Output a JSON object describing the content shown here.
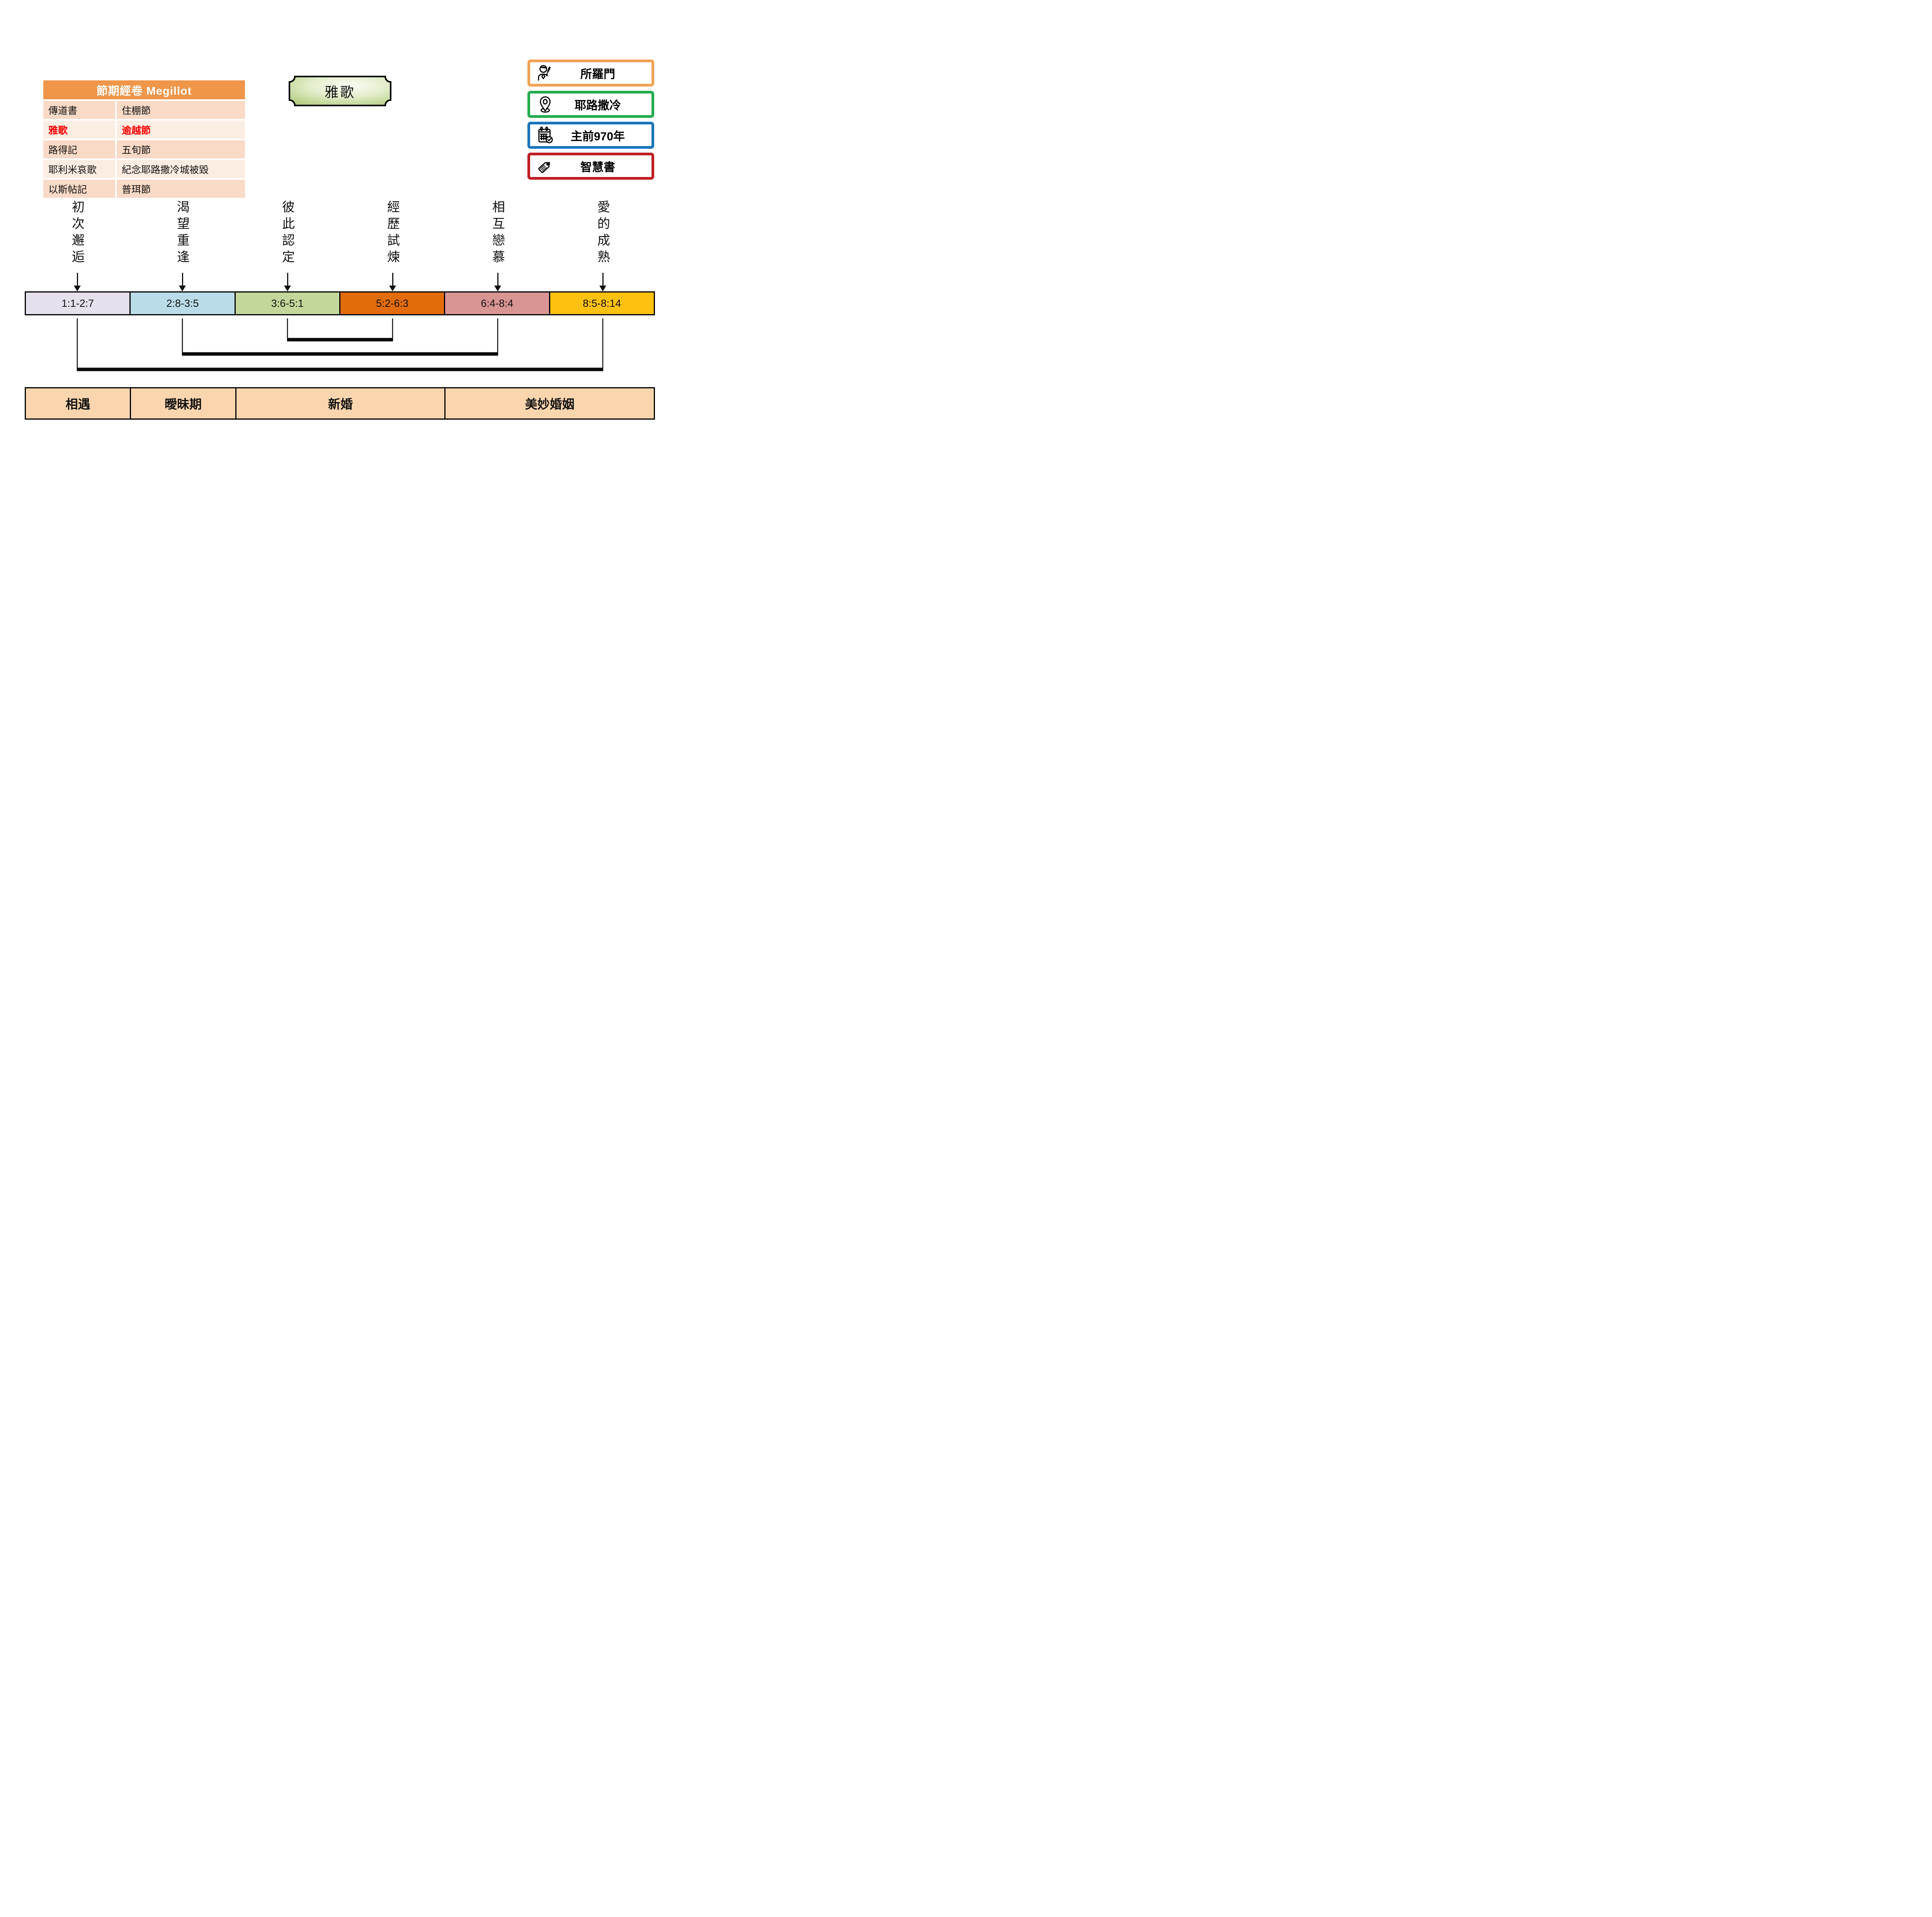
{
  "megillot_table": {
    "title": "節期經卷 Megillot",
    "header_bg": "#F0964A",
    "highlight_color": "#FF0000",
    "rows": [
      {
        "book": "傳道書",
        "festival": "住棚節",
        "highlight": false
      },
      {
        "book": "雅歌",
        "festival": "逾越節",
        "highlight": true
      },
      {
        "book": "路得記",
        "festival": "五旬節",
        "highlight": false
      },
      {
        "book": "耶利米哀歌",
        "festival": "紀念耶路撒冷城被毀",
        "highlight": false
      },
      {
        "book": "以斯帖記",
        "festival": "普珥節",
        "highlight": false
      }
    ]
  },
  "title_plaque": {
    "label": "雅歌",
    "edge_color": "#ABC873",
    "center_color": "#FBFDF6",
    "border_color": "#000000"
  },
  "info_badges": [
    {
      "label": "所羅門",
      "icon": "author-icon",
      "border_color": "#F2A253"
    },
    {
      "label": "耶路撒冷",
      "icon": "location-pin-icon",
      "border_color": "#22AC4E"
    },
    {
      "label": "主前970年",
      "icon": "calendar-check-icon",
      "border_color": "#1B75BC"
    },
    {
      "label": "智慧書",
      "icon": "tag-icon",
      "border_color": "#BE1E23"
    }
  ],
  "sections": [
    {
      "theme": "初次邂逅",
      "range": "1:1-2:7",
      "color": "#E5E0EC"
    },
    {
      "theme": "渴望重逢",
      "range": "2:8-3:5",
      "color": "#BADCE8"
    },
    {
      "theme": "彼此認定",
      "range": "3:6-5:1",
      "color": "#C4D79B"
    },
    {
      "theme": "經歷試煉",
      "range": "5:2-6:3",
      "color": "#E36C0A"
    },
    {
      "theme": "相互戀慕",
      "range": "6:4-8:4",
      "color": "#D99594"
    },
    {
      "theme": "愛的成熟",
      "range": "8:5-8:14",
      "color": "#FFC110"
    }
  ],
  "bracket_groups": [
    {
      "from_section": "3:6-5:1",
      "to_section": "5:2-6:3"
    },
    {
      "from_section": "2:8-3:5",
      "to_section": "6:4-8:4"
    },
    {
      "from_section": "1:1-2:7",
      "to_section": "8:5-8:14"
    }
  ],
  "phases": {
    "bar_color": "#FAD5AE",
    "items": [
      {
        "label": "相遇",
        "sections_spanned": 1
      },
      {
        "label": "曖昧期",
        "sections_spanned": 1
      },
      {
        "label": "新婚",
        "sections_spanned": 2
      },
      {
        "label": "美妙婚姻",
        "sections_spanned": 2
      }
    ]
  }
}
